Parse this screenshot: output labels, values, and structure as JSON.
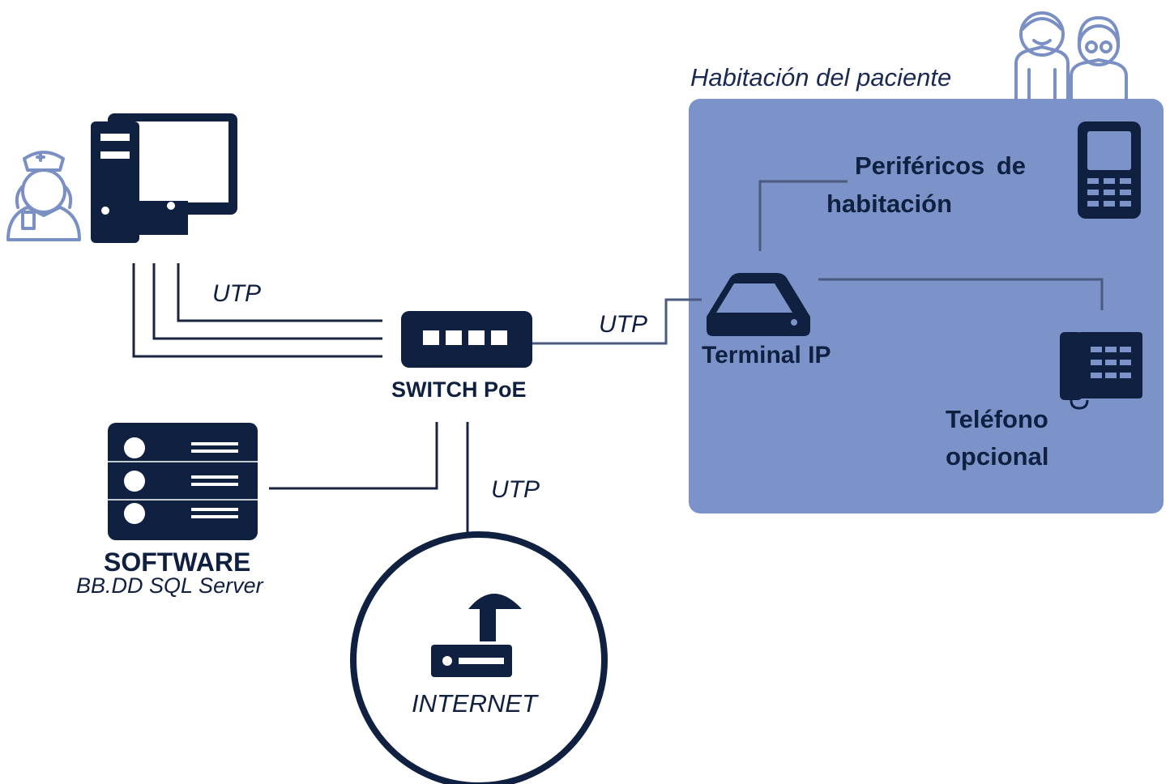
{
  "diagram": {
    "room": {
      "title": "Habitación del paciente"
    },
    "nodes": {
      "switch": {
        "label": "SWITCH PoE"
      },
      "terminal": {
        "label": "Terminal IP"
      },
      "peripherals": {
        "label_line1": "Periféricos de",
        "label_line2": "habitación"
      },
      "phone": {
        "label_line1": "Teléfono",
        "label_line2": "opcional"
      },
      "software": {
        "label": "SOFTWARE",
        "sublabel": "BB.DD SQL Server"
      },
      "internet": {
        "label": "INTERNET"
      }
    },
    "links": {
      "workstation_switch": "UTP",
      "switch_terminal": "UTP",
      "switch_internet": "UTP"
    },
    "icons": [
      "nurse-icon",
      "workstation-icon",
      "switch-icon",
      "server-icon",
      "router-icon",
      "terminal-icon",
      "mobile-phone-icon",
      "desk-phone-icon",
      "elderly-couple-icon"
    ],
    "colors": {
      "navy": "#102040",
      "room_fill": "#7b93c8",
      "line": "#1a2340",
      "icon_outline": "#7a8fc4"
    }
  }
}
